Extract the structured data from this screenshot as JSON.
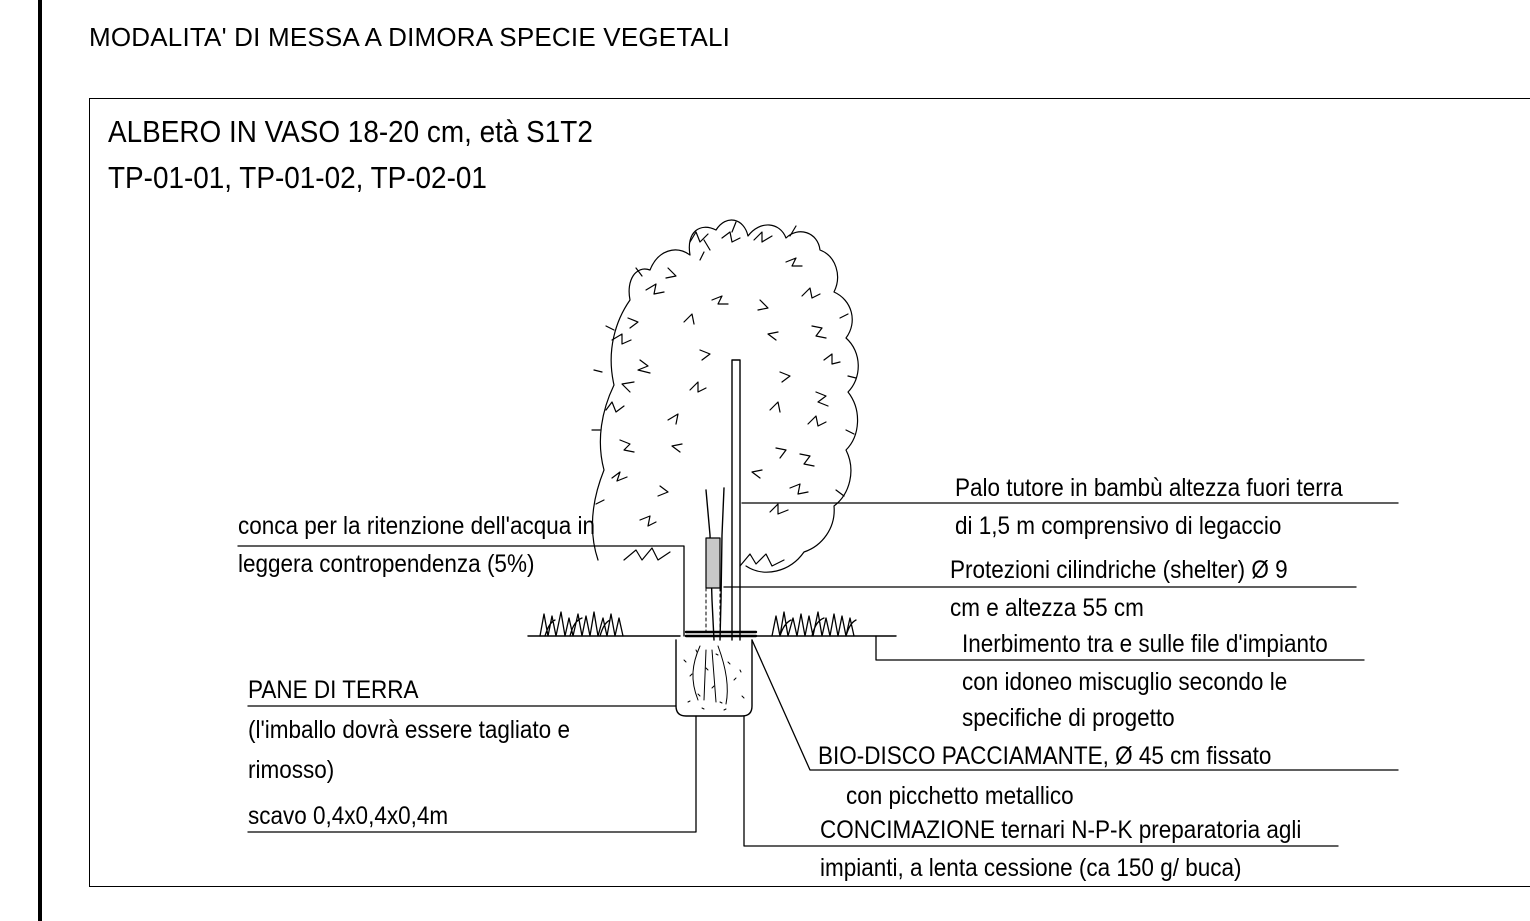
{
  "page": {
    "title": "MODALITA'  DI MESSA A DIMORA SPECIE VEGETALI"
  },
  "panel": {
    "heading_line1": "ALBERO IN VASO 18-20 cm, età S1T2",
    "heading_line2": "TP-01-01,  TP-01-02, TP-02-01"
  },
  "labels": {
    "conca_line1": "conca per la ritenzione dell'acqua in",
    "conca_line2": "leggera contropendenza (5%)",
    "pane_title": "PANE DI TERRA",
    "pane_line2": "(l'imballo dovrà essere tagliato e",
    "pane_line3": "rimosso)",
    "scavo": "scavo 0,4x0,4x0,4m",
    "palo_line1": "Palo tutore in bambù altezza fuori terra",
    "palo_line2": "di 1,5 m comprensivo di legaccio",
    "shelter_line1": "Protezioni cilindriche (shelter) Ø 9",
    "shelter_line2": "cm e altezza 55 cm",
    "inerb_line1": "Inerbimento tra e sulle file d'impianto",
    "inerb_line2": "con idoneo miscuglio secondo le",
    "inerb_line3": "specifiche di progetto",
    "bio_line1": "BIO-DISCO PACCIAMANTE, Ø 45 cm fissato",
    "bio_line2": "con picchetto metallico",
    "conc_line1": "CONCIMAZIONE ternari N-P-K preparatoria agli",
    "conc_line2": "impianti, a lenta cessione (ca 150 g/ buca)"
  }
}
